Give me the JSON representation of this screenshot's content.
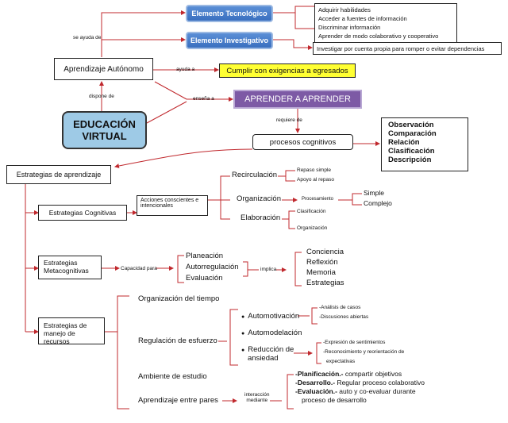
{
  "top": {
    "tecnologico": "Elemento Tecnológico",
    "investigativo": "Elemento Investigativo",
    "tec_items": [
      "Adquirir habilidades",
      "Acceder a fuentes de información",
      "Discriminar información",
      "Aprender de modo colaborativo y cooperativo"
    ],
    "inv_item": "Investigar por cuenta propia para romper o evitar dependencias",
    "se_ayuda_de": "se ayuda de",
    "aprendizaje_autonomo": "Aprendizaje Autónomo",
    "ayuda_a": "ayuda a",
    "cumplir": "Cumplir con exigencias a egresados",
    "dispone_de": "dispone de",
    "educacion_line1": "EDUCACIÓN",
    "educacion_line2": "VIRTUAL",
    "ensena_a": "enseña a",
    "aprender": "APRENDER A APRENDER",
    "requiere_de": "requiere de",
    "procesos": "procesos cognitivos",
    "procesos_items": [
      "Observación",
      "Comparación",
      "Relación",
      "Clasificación",
      "Descripción"
    ]
  },
  "estrategias": {
    "title": "Estrategias de aprendizaje",
    "cognitivas": "Estrategias Cognitivas",
    "acciones_line1": "Acciones conscientes e",
    "acciones_line2": "intencionales",
    "recirculacion": "Recirculación",
    "recirc_items": [
      "Repaso simple",
      "Apoyo al repaso"
    ],
    "organizacion": "Organización",
    "procesamiento": "Procesamiento",
    "simple": "Simple",
    "complejo": "Complejo",
    "elaboracion": "Elaboración",
    "elab_items": [
      "Clasificación",
      "Organización"
    ],
    "meta_line1": "Estrategias",
    "meta_line2": "Metacognitivas",
    "capacidad_para": "Capacidad para",
    "meta_items": [
      "Planeación",
      "Autorregulación",
      "Evaluación"
    ],
    "implica": "implica",
    "implica_items": [
      "Conciencia",
      "Reflexión",
      "Memoria",
      "Estrategias"
    ],
    "manejo_line1": "Estrategias de manejo de",
    "manejo_line2": "recursos",
    "org_tiempo": "Organización del tiempo",
    "regulacion": "Regulación de esfuerzo",
    "automotivacion": "Automotivación",
    "auto_items": [
      "-Análisis de casos",
      "-Discusiones abiertas"
    ],
    "automodelacion": "Automodelación",
    "reduccion_line1": "Reducción de",
    "reduccion_line2": "ansiedad",
    "red_items": [
      "-Expresión de sentimientos",
      "-Reconocimiento y reorientación de",
      "expectativas"
    ],
    "ambiente": "Ambiente de estudio",
    "pares": "Aprendizaje entre pares",
    "interaccion_line1": "interacción",
    "interaccion_line2": "mediante",
    "pares_items": [
      {
        "b": "-Planificación.-",
        "t": " compartir objetivos"
      },
      {
        "b": "-Desarrollo.-",
        "t": " Regular proceso colaborativo"
      },
      {
        "b": "-Evaluación.-",
        "t": " auto y co-evaluar durante"
      },
      {
        "b": "",
        "t": "proceso de desarrollo"
      }
    ],
    "bullet": "●"
  },
  "colors": {
    "line": "#c0282d",
    "blue": "#3a6fbf",
    "purple": "#7d5aa5",
    "yellow": "#ffff33",
    "edu": "#9ecae6"
  }
}
